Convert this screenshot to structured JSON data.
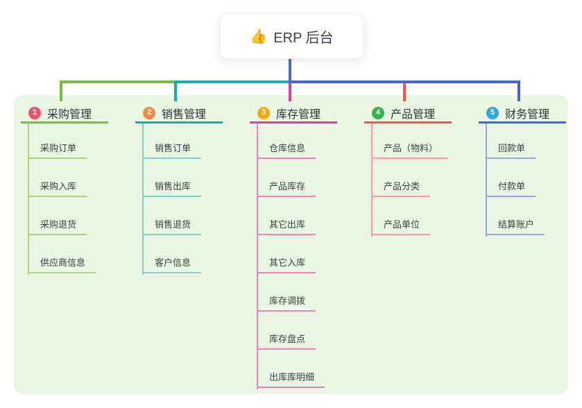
{
  "root": {
    "icon": "👍",
    "label": "ERP 后台"
  },
  "colors": {
    "page_bg": "#ffffff",
    "panel_bg": "#eaf6e3",
    "trunk": "#5666c6",
    "root_text": "#3a3f4a",
    "header_text": "#2e3338",
    "item_text": "#3c4146"
  },
  "branches": [
    {
      "badge": "1",
      "badge_color": "#f4516c",
      "line_color": "#7cbb40",
      "item_line_color": "#a9d57e",
      "title": "采购管理",
      "items": [
        "采购订单",
        "采购入库",
        "采购退货",
        "供应商信息"
      ]
    },
    {
      "badge": "2",
      "badge_color": "#f7883e",
      "line_color": "#13afab",
      "item_line_color": "#7dd2cb",
      "title": "销售管理",
      "items": [
        "销售订单",
        "销售出库",
        "销售退货",
        "客户信息"
      ]
    },
    {
      "badge": "3",
      "badge_color": "#f9a71b",
      "line_color": "#dd3d9b",
      "item_line_color": "#f180bc",
      "title": "库存管理",
      "items": [
        "仓库信息",
        "产品库存",
        "其它出库",
        "其它入库",
        "库存调拨",
        "库存盘点",
        "出库库明细"
      ]
    },
    {
      "badge": "4",
      "badge_color": "#2fb558",
      "line_color": "#f15455",
      "item_line_color": "#f79e9d",
      "title": "产品管理",
      "items": [
        "产品（物料）",
        "产品分类",
        "产品单位"
      ]
    },
    {
      "badge": "5",
      "badge_color": "#2ba7e2",
      "line_color": "#4365d2",
      "item_line_color": "#93a7dc",
      "title": "财务管理",
      "items": [
        "回款单",
        "付款单",
        "结算账户"
      ]
    }
  ]
}
